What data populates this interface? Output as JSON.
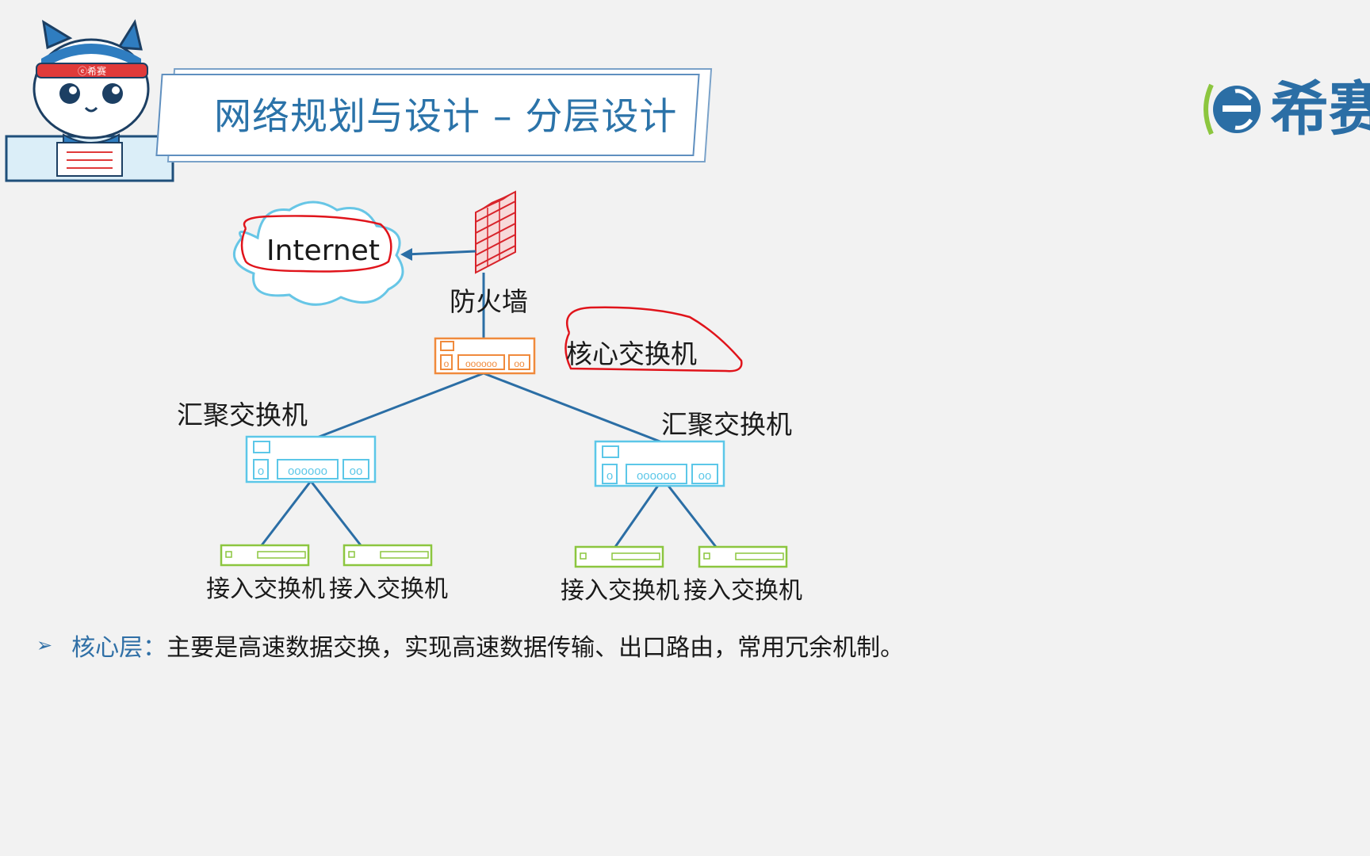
{
  "title": "网络规划与设计 – 分层设计",
  "mascot_badge": "ⓔ希赛",
  "logo": {
    "icon": "e-circle-logo",
    "text": "希赛"
  },
  "diagram": {
    "internet_label": "Internet",
    "firewall_label": "防火墙",
    "core_label": "核心交换机",
    "agg_left_label": "汇聚交换机",
    "agg_right_label": "汇聚交换机",
    "access_labels": [
      "接入交换机",
      "接入交换机",
      "接入交换机",
      "接入交换机"
    ],
    "core_port_text": "oooooo",
    "core_small_ports": "oo",
    "core_single_port": "o",
    "agg_port_text": "oooooo",
    "agg_small_ports": "oo",
    "agg_single_port": "o"
  },
  "bullet": {
    "term": "核心层：",
    "text": "主要是高速数据交换，实现高速数据传输、出口路由，常用冗余机制。"
  },
  "colors": {
    "title_blue": "#2b73a9",
    "link_blue": "#2b6ea5",
    "cloud_blue": "#67c6e6",
    "core_orange": "#f08a3c",
    "agg_cyan": "#5cc7e8",
    "access_green": "#8cc63f",
    "firewall_red": "#d8232a",
    "annotation_red": "#e0141b"
  }
}
